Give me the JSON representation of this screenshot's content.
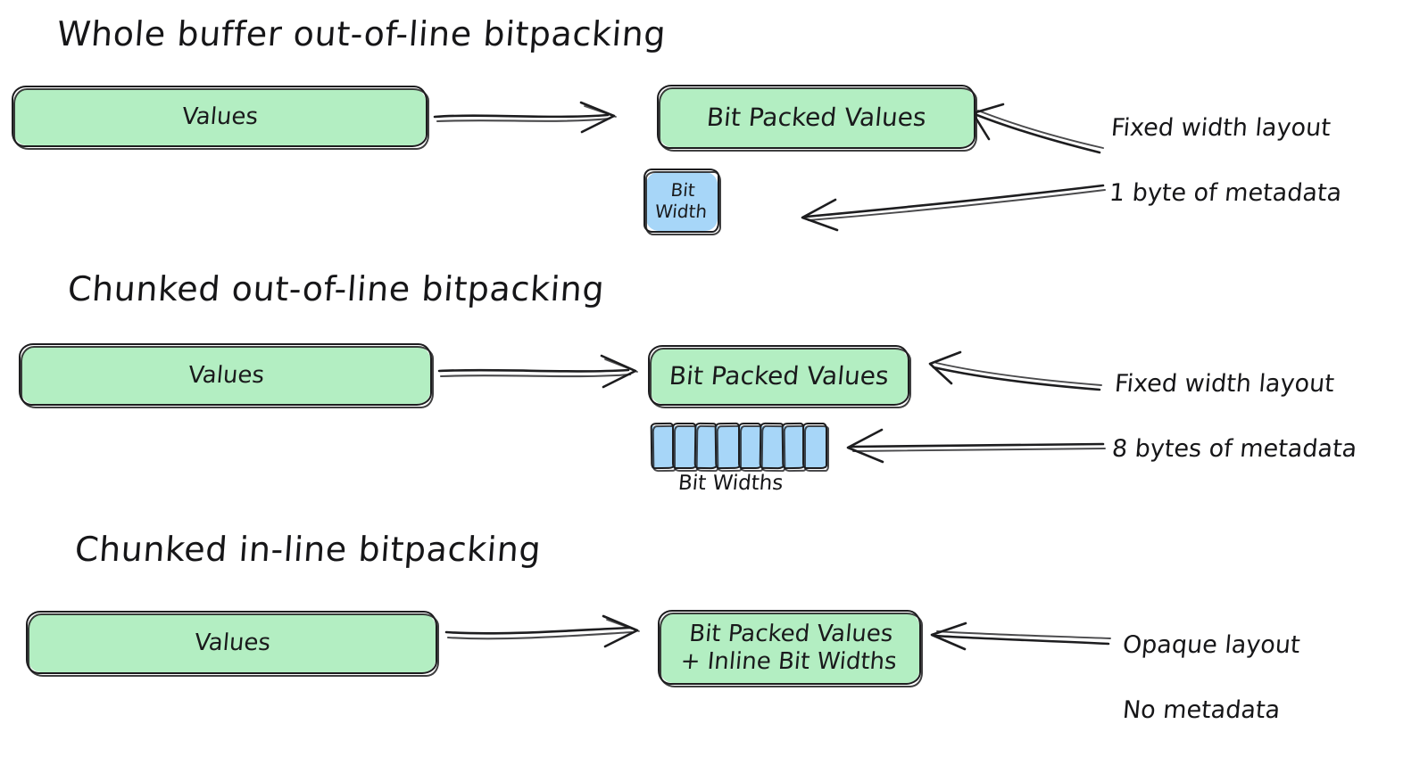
{
  "diagram": {
    "title_note": "Comparison of bitpacking layout strategies",
    "background": "#ffffff",
    "colors": {
      "values_box": "#b3eec2",
      "bitwidth_box": "#a7d6f8",
      "stroke": "#1d1d1f",
      "text": "#161618"
    }
  },
  "sections": [
    {
      "id": "whole-buffer",
      "heading": "Whole buffer out-of-line bitpacking",
      "source_box": "Values",
      "packed_box": "Bit Packed Values",
      "meta_box": "Bit\nWidth",
      "meta_caption": "",
      "annotations": [
        "Fixed width layout",
        "1 byte of metadata"
      ],
      "meta_cells": 1
    },
    {
      "id": "chunked-out-of-line",
      "heading": "Chunked out-of-line bitpacking",
      "source_box": "Values",
      "packed_box": "Bit Packed Values",
      "meta_box": "",
      "meta_caption": "Bit Widths",
      "annotations": [
        "Fixed width layout",
        "8 bytes of metadata"
      ],
      "meta_cells": 8
    },
    {
      "id": "chunked-in-line",
      "heading": "Chunked in-line bitpacking",
      "source_box": "Values",
      "packed_box": "Bit Packed Values\n+ Inline Bit Widths",
      "meta_box": "",
      "meta_caption": "",
      "annotations": [
        "Opaque layout",
        "No metadata"
      ],
      "meta_cells": 0
    }
  ]
}
